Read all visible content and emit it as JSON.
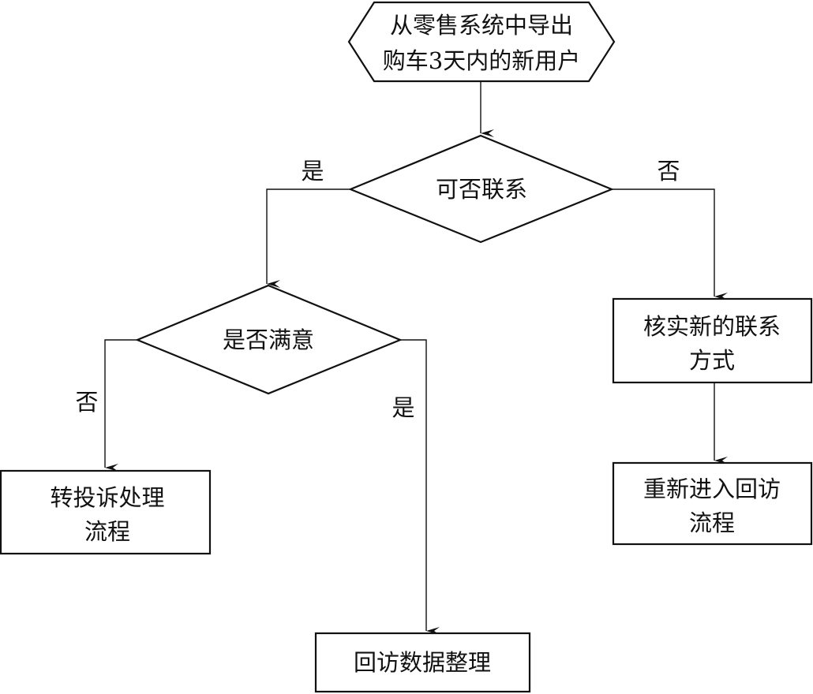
{
  "nodes": {
    "start": {
      "line1": "从零售系统中导出",
      "line2": "购车3天内的新用户"
    },
    "can_contact": {
      "label": "可否联系"
    },
    "satisfied": {
      "label": "是否满意"
    },
    "verify_contact": {
      "line1": "核实新的联系",
      "line2": "方式"
    },
    "complaint": {
      "line1": "转投诉处理",
      "line2": "流程"
    },
    "reenter": {
      "line1": "重新进入回访",
      "line2": "流程"
    },
    "organize": {
      "label": "回访数据整理"
    }
  },
  "edges": {
    "contact_yes": "是",
    "contact_no": "否",
    "satisfied_no": "否",
    "satisfied_yes": "是"
  }
}
